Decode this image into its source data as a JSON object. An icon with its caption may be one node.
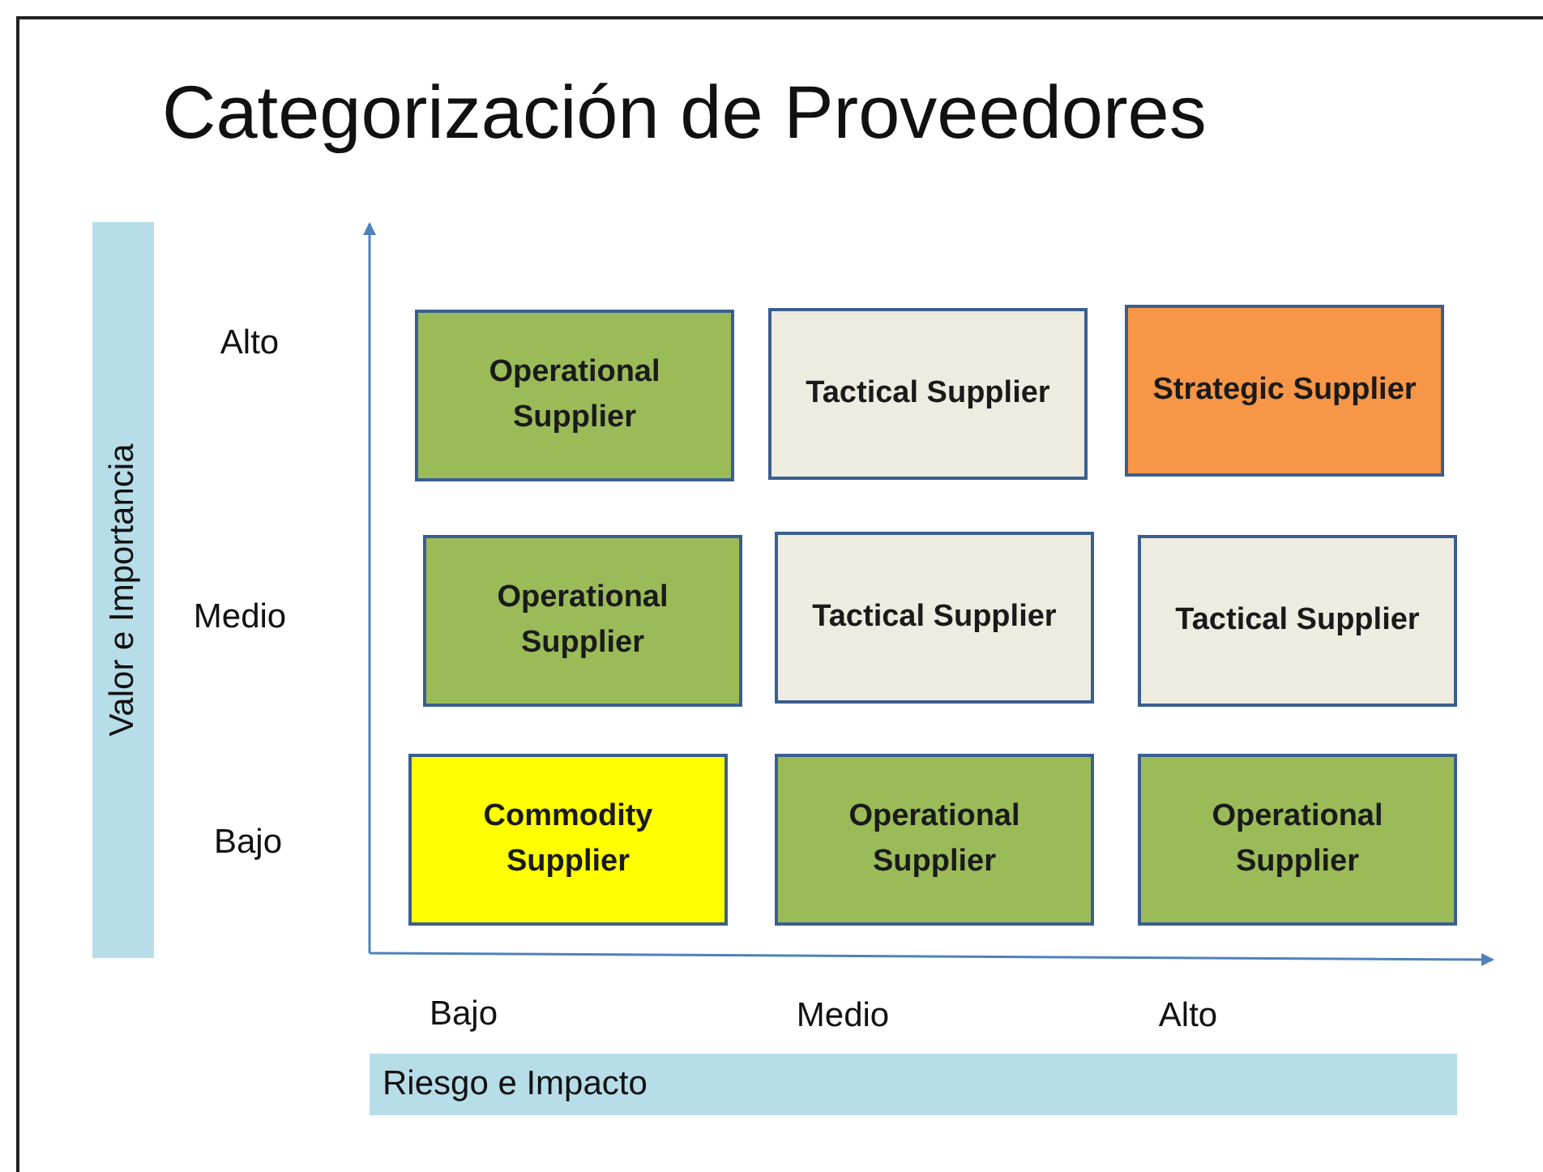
{
  "diagram": {
    "title": "Categorización de Proveedores",
    "nodes": [
      {
        "text": [
          "Valor e Importancia"
        ]
      },
      {
        "text": [
          "Operational Supplier"
        ]
      },
      {
        "text": [
          "Tactical Supplier"
        ]
      },
      {
        "text": [
          "Strategic Supplier"
        ]
      },
      {
        "text": [
          "Operational Supplier"
        ]
      },
      {
        "text": [
          "Tactical Supplier"
        ]
      },
      {
        "text": [
          "Tactical Supplier"
        ]
      },
      {
        "text": [
          "Commodity Supplier"
        ]
      },
      {
        "text": [
          "Operational Supplier"
        ]
      },
      {
        "text": [
          "Operational Supplier"
        ]
      },
      {
        "text": [
          "Riesgo e Impacto"
        ]
      }
    ],
    "labels": [
      "Alto",
      "Medio",
      "Bajo",
      "Bajo",
      "Medio",
      "Alto"
    ]
  }
}
